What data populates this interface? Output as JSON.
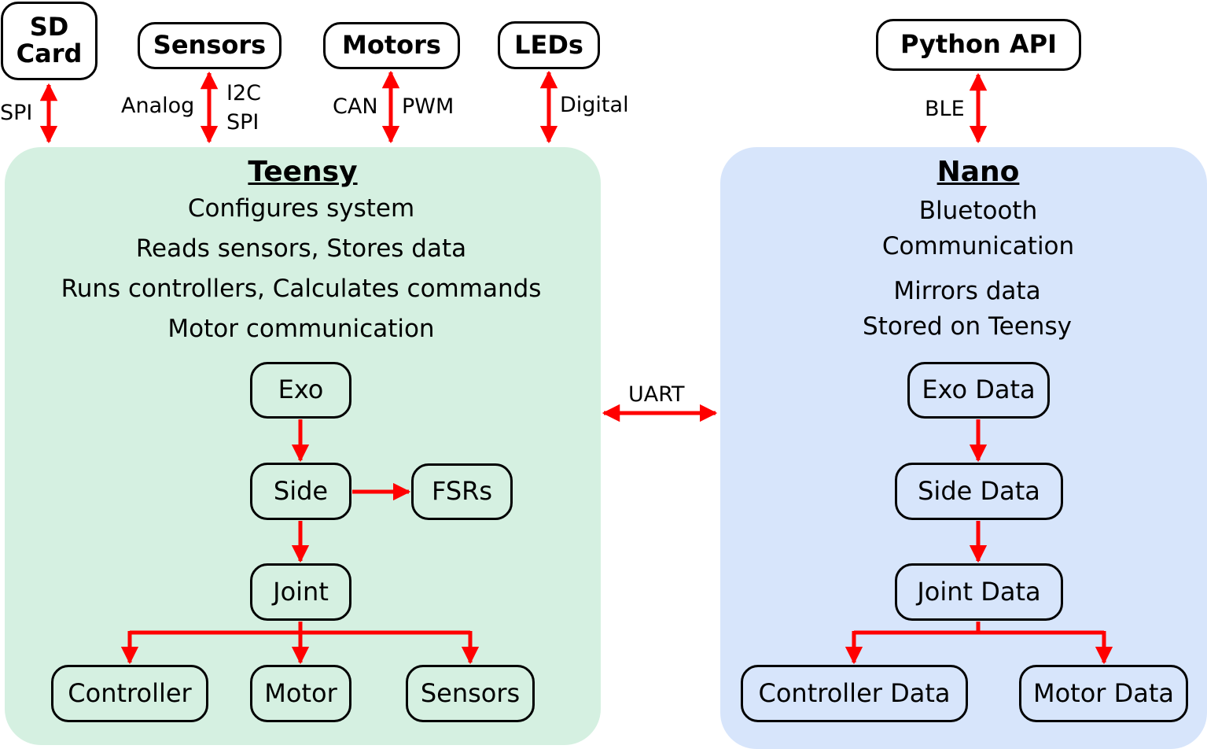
{
  "colors": {
    "teensy_bg": "#d5f0e1",
    "nano_bg": "#d7e5fb",
    "arrow": "#ff0000",
    "border": "#000000"
  },
  "peripherals": {
    "sd_card": "SD Card",
    "sensors": "Sensors",
    "motors": "Motors",
    "leds": "LEDs",
    "python_api": "Python API"
  },
  "links": {
    "spi": "SPI",
    "analog": "Analog",
    "i2c": "I2C",
    "spi2": "SPI",
    "can": "CAN",
    "pwm": "PWM",
    "digital": "Digital",
    "ble": "BLE",
    "uart": "UART"
  },
  "teensy": {
    "title": "Teensy",
    "lines": [
      "Configures system",
      "Reads sensors, Stores data",
      "Runs controllers, Calculates commands",
      "Motor communication"
    ],
    "nodes": {
      "exo": "Exo",
      "side": "Side",
      "fsrs": "FSRs",
      "joint": "Joint",
      "controller": "Controller",
      "motor": "Motor",
      "sensors": "Sensors"
    }
  },
  "nano": {
    "title": "Nano",
    "lines": [
      "Bluetooth",
      "Communication",
      "Mirrors data",
      "Stored on Teensy"
    ],
    "nodes": {
      "exo_data": "Exo Data",
      "side_data": "Side Data",
      "joint_data": "Joint Data",
      "controller_data": "Controller Data",
      "motor_data": "Motor Data"
    }
  }
}
